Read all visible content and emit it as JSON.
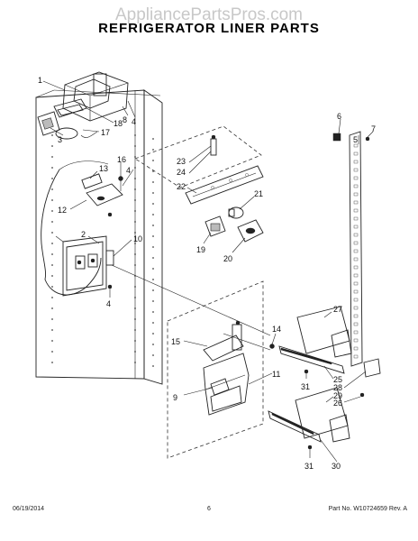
{
  "watermark": "AppliancePartsPros.com",
  "title": "REFRIGERATOR LINER PARTS",
  "footer": {
    "date": "06/19/2014",
    "page": "6",
    "part_no": "Part No.  W10724659  Rev.  A"
  },
  "callouts": [
    "1",
    "2",
    "3",
    "4",
    "4",
    "4",
    "5",
    "6",
    "7",
    "8",
    "9",
    "10",
    "11",
    "12",
    "13",
    "14",
    "15",
    "16",
    "17",
    "18",
    "19",
    "20",
    "21",
    "22",
    "23",
    "24",
    "25",
    "26",
    "27",
    "28",
    "29",
    "30",
    "31",
    "31"
  ]
}
